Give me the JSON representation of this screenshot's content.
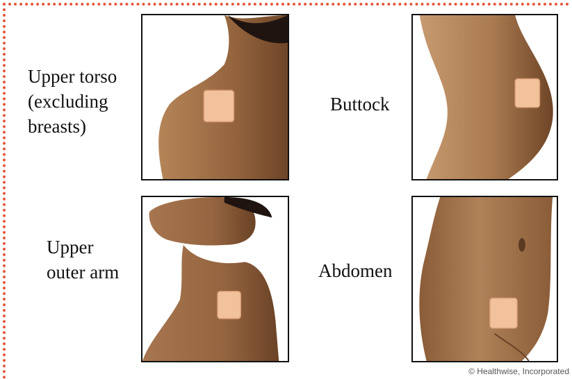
{
  "labels": {
    "upper_torso": "Upper torso\n(excluding\nbreasts)",
    "buttock": "Buttock",
    "upper_outer_arm": "Upper\nouter arm",
    "abdomen": "Abdomen"
  },
  "credit": "© Healthwise, Incorporated",
  "colors": {
    "border_dots": "#e4573a",
    "skin_light": "#c9a07a",
    "skin_dark": "#8a5c38",
    "patch": "#f2c29c"
  }
}
